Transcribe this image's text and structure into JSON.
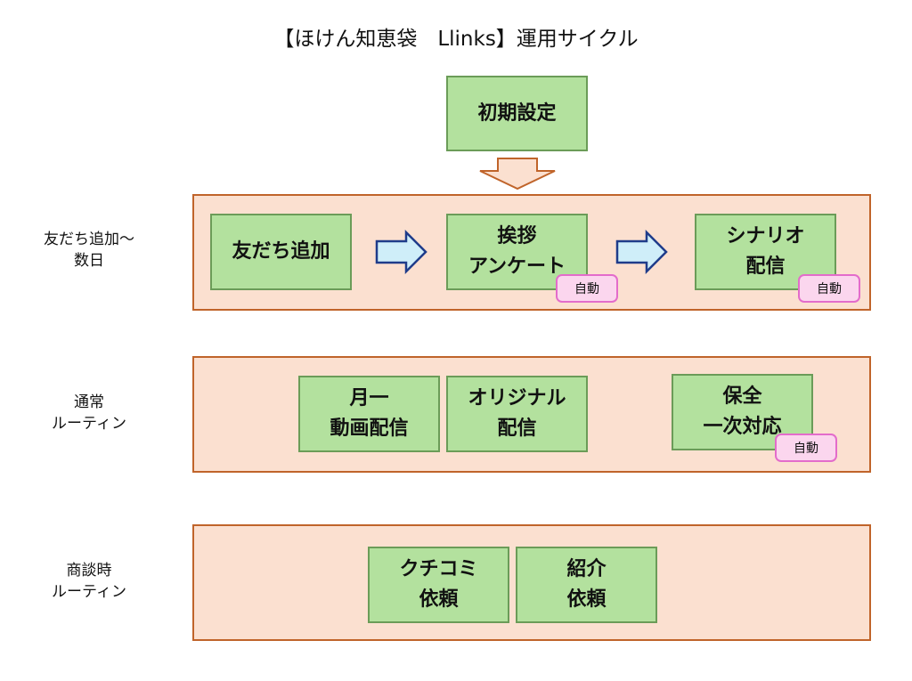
{
  "title": "【ほけん知恵袋　Llinks】運用サイクル",
  "initial_setup": "初期設定",
  "rows": [
    {
      "label_lines": [
        "友だち追加～",
        "数日"
      ],
      "boxes": [
        {
          "lines": [
            "友だち追加"
          ]
        },
        {
          "lines": [
            "挨拶",
            "アンケート"
          ],
          "badge": "自動"
        },
        {
          "lines": [
            "シナリオ",
            "配信"
          ],
          "badge": "自動"
        }
      ]
    },
    {
      "label_lines": [
        "通常",
        "ルーティン"
      ],
      "boxes": [
        {
          "lines": [
            "月一",
            "動画配信"
          ]
        },
        {
          "lines": [
            "オリジナル",
            "配信"
          ]
        },
        {
          "lines": [
            "保全",
            "一次対応"
          ],
          "badge": "自動"
        }
      ]
    },
    {
      "label_lines": [
        "商談時",
        "ルーティン"
      ],
      "boxes": [
        {
          "lines": [
            "クチコミ",
            "依頼"
          ]
        },
        {
          "lines": [
            "紹介",
            "依頼"
          ]
        }
      ]
    }
  ],
  "colors": {
    "band_fill": "#fbe0d0",
    "band_border": "#c0642a",
    "box_fill": "#b3e19e",
    "box_border": "#6b9c58",
    "badge_fill": "#fbd6ee",
    "badge_border": "#e36ccb",
    "arrow_fill": "#cfeef9",
    "arrow_stroke": "#1f3c8a",
    "down_arrow_fill": "#fbe0d0",
    "down_arrow_stroke": "#c0642a"
  },
  "icons": [
    "arrow-right-icon",
    "arrow-down-icon"
  ]
}
